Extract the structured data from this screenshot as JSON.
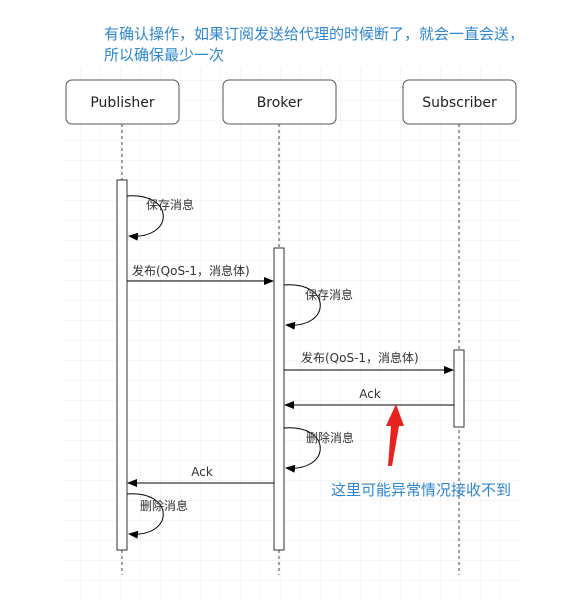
{
  "notes": {
    "top_line1": "有确认操作，如果订阅发送给代理的时候断了，就会一直会送，",
    "top_line2": "所以确保最少一次",
    "bottom": "这里可能异常情况接收不到"
  },
  "participants": [
    {
      "id": "publisher",
      "label": "Publisher"
    },
    {
      "id": "broker",
      "label": "Broker"
    },
    {
      "id": "subscriber",
      "label": "Subscriber"
    }
  ],
  "messages": {
    "pub_save": "保存消息",
    "pub_to_broker": "发布(QoS-1，消息体)",
    "broker_save": "保存消息",
    "broker_to_sub": "发布(QoS-1，消息体)",
    "sub_ack": "Ack",
    "broker_delete": "删除消息",
    "broker_ack": "Ack",
    "pub_delete": "删除消息"
  },
  "colors": {
    "annotation": "#2f86d0",
    "arrow_highlight": "#e8231f",
    "line": "#000000"
  }
}
